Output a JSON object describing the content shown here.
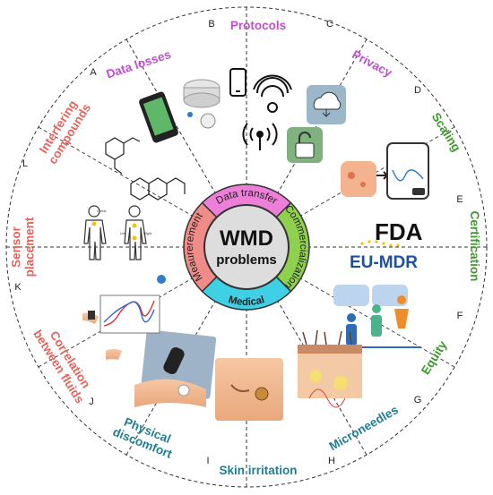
{
  "center": {
    "line1": "WMD",
    "line2": "problems"
  },
  "categories": [
    {
      "id": "data-transfer",
      "label": "Data transfer",
      "color": "#ee7fd8"
    },
    {
      "id": "commercialization",
      "label": "Commercialization",
      "color": "#8fd14f"
    },
    {
      "id": "medical",
      "label": "Medical",
      "color": "#3fd0e6"
    },
    {
      "id": "measurement",
      "label": "Meaurerement",
      "color": "#f08c88"
    }
  ],
  "segments": [
    {
      "letter": "A",
      "label": "Data losses",
      "color": "#c04fd0",
      "icon": "phone-sensor-icon"
    },
    {
      "letter": "B",
      "label": "Protocols",
      "color": "#c04fd0",
      "icon": "wireless-icon"
    },
    {
      "letter": "C",
      "label": "Privacy",
      "color": "#c04fd0",
      "icon": "cloud-lock-icon"
    },
    {
      "letter": "D",
      "label": "Scaling",
      "color": "#3d9a2a",
      "icon": "data-analysis-icon"
    },
    {
      "letter": "E",
      "label": "Certification",
      "color": "#3d9a2a",
      "icon": "fda-eumdr-icon"
    },
    {
      "letter": "F",
      "label": "Equity",
      "color": "#3d9a2a",
      "icon": "equity-people-icon"
    },
    {
      "letter": "G",
      "label": "Microneedles",
      "color": "#1f7f8f",
      "icon": "skin-layers-icon"
    },
    {
      "letter": "H",
      "label": "Skin irritation",
      "color": "#1f7f8f",
      "icon": "skin-patch-icon"
    },
    {
      "letter": "I",
      "label": "Physical discomfort",
      "color": "#1f7f8f",
      "icon": "arm-device-icon"
    },
    {
      "letter": "J",
      "label": "Correlation between fluids",
      "color": "#e8625a",
      "icon": "graph-wrist-icon"
    },
    {
      "letter": "K",
      "label": "Sensor placement",
      "color": "#e8625a",
      "icon": "body-outline-icon"
    },
    {
      "letter": "L",
      "label": "Interfering compounds",
      "color": "#e8625a",
      "icon": "molecule-icon"
    }
  ],
  "logos": {
    "fda": "FDA",
    "eumdr": "EU-MDR"
  },
  "plot_labels": {
    "left": "Left",
    "right": "Right",
    "chest": "Chest"
  }
}
